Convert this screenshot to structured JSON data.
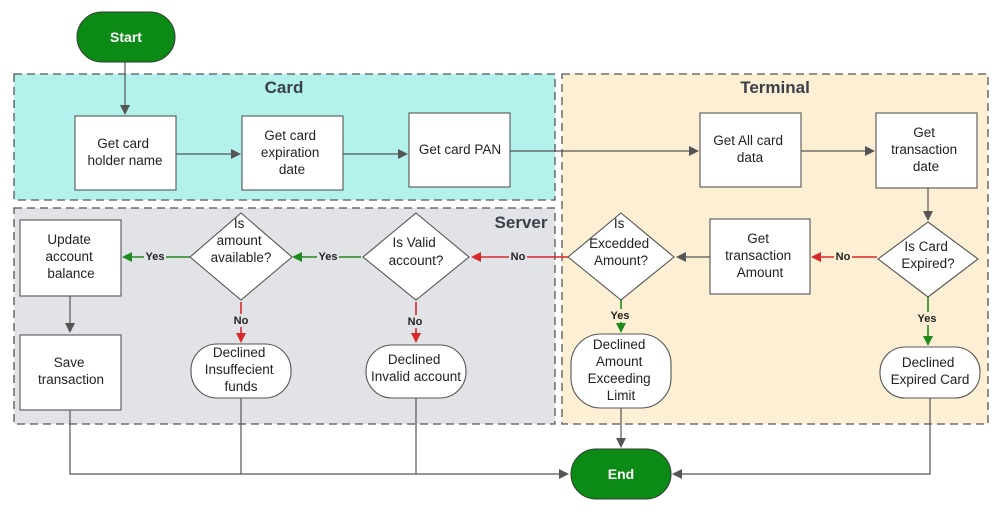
{
  "colors": {
    "card_bg": "#b3f2ec",
    "terminal_bg": "#fdefd3",
    "server_bg": "#e1e3e7",
    "terminator": "#0b8a16",
    "yes_line": "#1f8a1f",
    "no_line": "#d9282b",
    "line": "#555555"
  },
  "pools": {
    "card": "Card",
    "terminal": "Terminal",
    "server": "Server"
  },
  "nodes": {
    "start": "Start",
    "end": "End",
    "get_card_holder_name": [
      "Get card",
      "holder name"
    ],
    "get_card_expiration_date": [
      "Get card",
      "expiration",
      "date"
    ],
    "get_card_pan": [
      "Get card PAN"
    ],
    "get_all_card_data": [
      "Get All card",
      "data"
    ],
    "get_transaction_date": [
      "Get",
      "transaction",
      "date"
    ],
    "is_card_expired": [
      "Is Card",
      "Expired?"
    ],
    "declined_expired_card": [
      "Declined",
      "Expired Card"
    ],
    "get_transaction_amount": [
      "Get",
      "transaction",
      "Amount"
    ],
    "is_exceeded_amount": [
      "Is",
      "Excedded",
      "Amount?"
    ],
    "declined_amount_exceeding_limit": [
      "Declined",
      "Amount",
      "Exceeding",
      "Limit"
    ],
    "is_valid_account": [
      "Is Valid",
      "account?"
    ],
    "declined_invalid_account": [
      "Declined",
      "Invalid account"
    ],
    "is_amount_available": [
      "Is",
      "amount",
      "available?"
    ],
    "declined_insufficient_funds": [
      "Declined",
      "Insuffecient",
      "funds"
    ],
    "update_account_balance": [
      "Update",
      "account",
      "balance"
    ],
    "save_transaction": [
      "Save",
      "transaction"
    ]
  },
  "edge_labels": {
    "expired_no": "No",
    "expired_yes": "Yes",
    "exceeded_no": "No",
    "exceeded_yes": "Yes",
    "valid_yes": "Yes",
    "valid_no": "No",
    "available_yes": "Yes",
    "available_no": "No"
  }
}
